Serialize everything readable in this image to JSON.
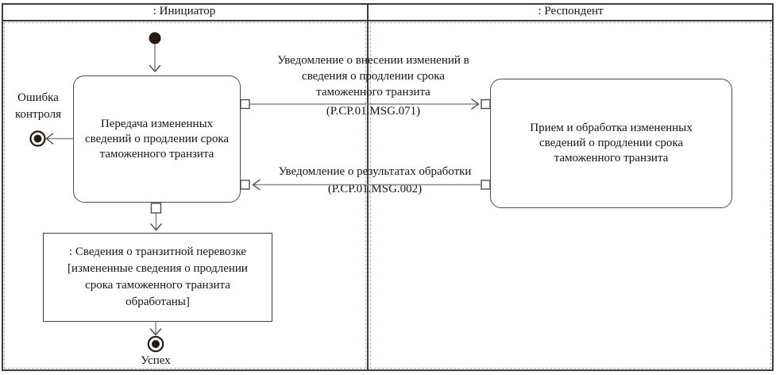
{
  "header": {
    "initiator": ": Инициатор",
    "respondent": ": Респондент"
  },
  "initiator_lane": {
    "activity": {
      "lines": [
        "Передача измененных",
        "сведений о продлении срока",
        "таможенного транзита"
      ]
    },
    "object_state": {
      "lines": [
        ": Сведения о транзитной перевозке",
        "[измененные сведения о продлении",
        "срока таможенного транзита",
        "обработаны]"
      ]
    },
    "error_final": {
      "lines": [
        "Ошибка",
        "контроля"
      ]
    },
    "success_final": {
      "label": "Успех"
    }
  },
  "respondent_lane": {
    "activity": {
      "lines": [
        "Прием и обработка измененных",
        "сведений о продлении срока",
        "таможенного транзита"
      ]
    }
  },
  "messages": {
    "request": {
      "lines": [
        "Уведомление о внесении изменений в",
        "сведения о продлении срока",
        "таможенного транзита"
      ],
      "code": "(P.CP.01.MSG.071)"
    },
    "response": {
      "line": "Уведомление о результатах обработки",
      "code": "(P.CP.01.MSG.002)"
    }
  },
  "colors": {
    "frame": "#3d3d3d",
    "box_border": "#4c4c4c",
    "arrow_shaft": "#8a8a8a",
    "node_fill": "#241a10",
    "lane_dash": "#a9b0c2",
    "text": "#141414"
  }
}
